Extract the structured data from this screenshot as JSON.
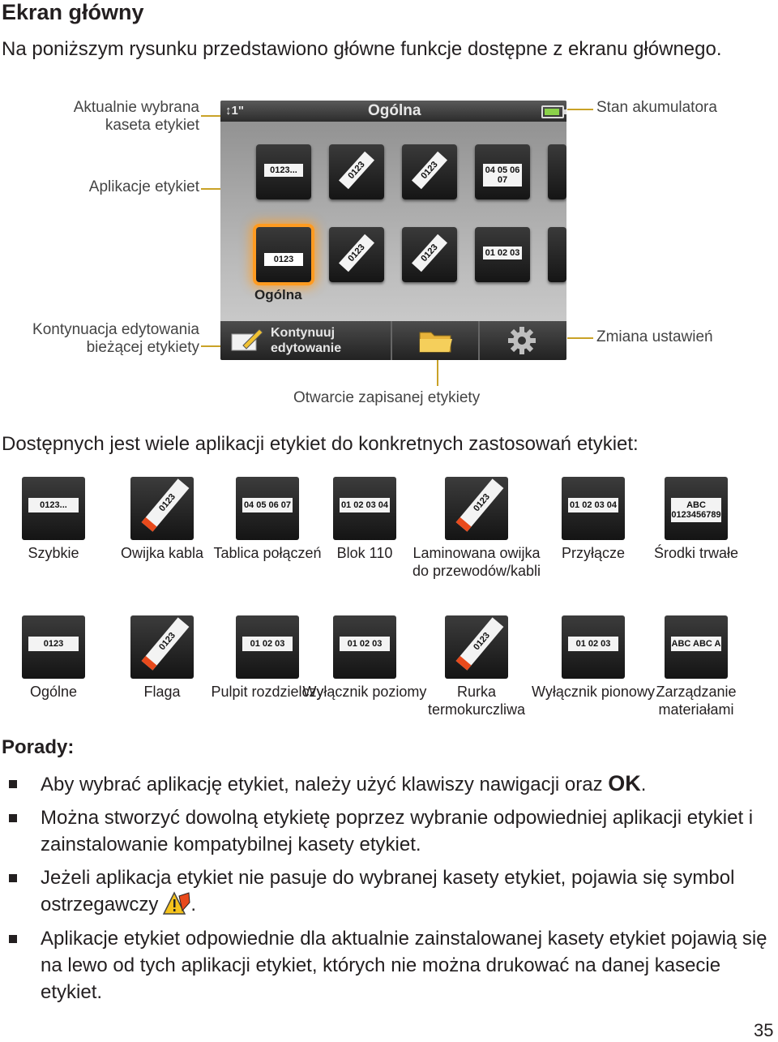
{
  "heading": "Ekran główny",
  "intro": "Na poniższym rysunku przedstawiono główne funkcje dostępne z ekranu głównego.",
  "callouts": {
    "cassette": "Aktualnie wybrana kaseta etykiet",
    "battery": "Stan akumulatora",
    "label_apps": "Aplikacje etykiet",
    "continue": "Kontynuacja edytowania bieżącej etykiety",
    "settings": "Zmiana ustawień",
    "open": "Otwarcie zapisanej etykiety"
  },
  "screen": {
    "top_left": "↕1\"",
    "title": "Ogólna",
    "selected_label": "Ogólna",
    "continue_button": "Kontynuuj edytowanie",
    "tile_texts": [
      "0123...",
      "0123",
      "0123",
      "04 05 06 07",
      "0123",
      "0123",
      "0123",
      "01 02 03"
    ]
  },
  "section_title": "Dostępnych jest wiele aplikacji etykiet do konkretnych zastosowań etykiet:",
  "apps": [
    {
      "label": "Szybkie",
      "icon": "quick-label-icon",
      "glyph": "0123..."
    },
    {
      "label": "Owijka kabla",
      "icon": "cable-wrap-icon",
      "glyph": "0123"
    },
    {
      "label": "Tablica połączeń",
      "icon": "patch-panel-icon",
      "glyph": "04 05 06 07"
    },
    {
      "label": "Blok 110",
      "icon": "block-110-icon",
      "glyph": "01 02 03 04"
    },
    {
      "label": "Laminowana owijka do przewodów/kabli",
      "icon": "laminated-wrap-icon",
      "glyph": "0123"
    },
    {
      "label": "Przyłącze",
      "icon": "terminal-block-icon",
      "glyph": "01 02 03 04"
    },
    {
      "label": "Środki trwałe",
      "icon": "fixed-assets-icon",
      "glyph": "ABC 0123456789"
    },
    {
      "label": "Ogólne",
      "icon": "general-icon",
      "glyph": "0123"
    },
    {
      "label": "Flaga",
      "icon": "flag-icon",
      "glyph": "0123"
    },
    {
      "label": "Pulpit rozdzielczy",
      "icon": "distribution-panel-icon",
      "glyph": "01 02 03"
    },
    {
      "label": "Wyłącznik poziomy",
      "icon": "horizontal-breaker-icon",
      "glyph": "01 02 03"
    },
    {
      "label": "Rurka termokurczliwa",
      "icon": "heat-shrink-icon",
      "glyph": "0123"
    },
    {
      "label": "Wyłącznik pionowy",
      "icon": "vertical-breaker-icon",
      "glyph": "01 02 03"
    },
    {
      "label": "Zarządzanie materiałami",
      "icon": "materials-management-icon",
      "glyph": "ABC ABC A"
    }
  ],
  "tips_title": "Porady:",
  "tips": [
    {
      "text": "Aby wybrać aplikację etykiet, należy użyć klawiszy nawigacji oraz ",
      "key": "OK",
      "suffix": "."
    },
    {
      "text": "Można stworzyć dowolną etykietę poprzez wybranie odpowiedniej aplikacji etykiet i zainstalowanie kompatybilnej kasety etykiet."
    },
    {
      "text": "Jeżeli aplikacja etykiet nie pasuje do wybranej kasety etykiet, pojawia się symbol ostrzegawczy",
      "suffix": "."
    },
    {
      "text": "Aplikacje etykiet odpowiednie dla aktualnie zainstalowanej kasety etykiet pojawią się na lewo od tych aplikacji etykiet, których nie można drukować na danej kasecie etykiet."
    }
  ],
  "page_number": "35",
  "colors": {
    "accent": "#c9a227",
    "highlight": "#ff9b21",
    "label_red": "#e84a1c"
  }
}
